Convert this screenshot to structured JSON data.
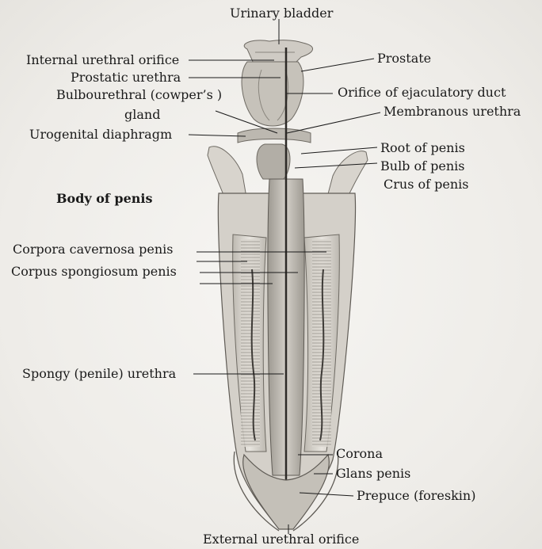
{
  "labels": {
    "urinary_bladder": "Urinary bladder",
    "internal_urethral_orifice": "Internal urethral orifice",
    "prostatic_urethra": "Prostatic urethra",
    "bulbourethral_line1": "Bulbourethral (cowper’s )",
    "bulbourethral_line2": "gland",
    "urogenital_diaphragm": "Urogenital diaphragm",
    "body_of_penis": "Body of penis",
    "prostate": "Prostate",
    "orifice_ejaculatory_duct": "Orifice of ejaculatory duct",
    "membranous_urethra": "Membranous urethra",
    "root_of_penis": "Root of penis",
    "bulb_of_penis": "Bulb of penis",
    "crus_of_penis": "Crus of penis",
    "corpora_cavernosa": "Corpora cavernosa penis",
    "corpus_spongiosum": "Corpus spongiosum penis",
    "spongy_urethra": "Spongy (penile) urethra",
    "corona": "Corona",
    "glans_penis": "Glans penis",
    "prepuce": "Prepuce (foreskin)",
    "external_urethral_orifice": "External urethral orifice"
  },
  "colors": {
    "ink": "#1a1a1a",
    "tissue_light": "#e4e1db",
    "tissue_mid": "#b9b5ad",
    "tissue_dark": "#6e6a63"
  }
}
